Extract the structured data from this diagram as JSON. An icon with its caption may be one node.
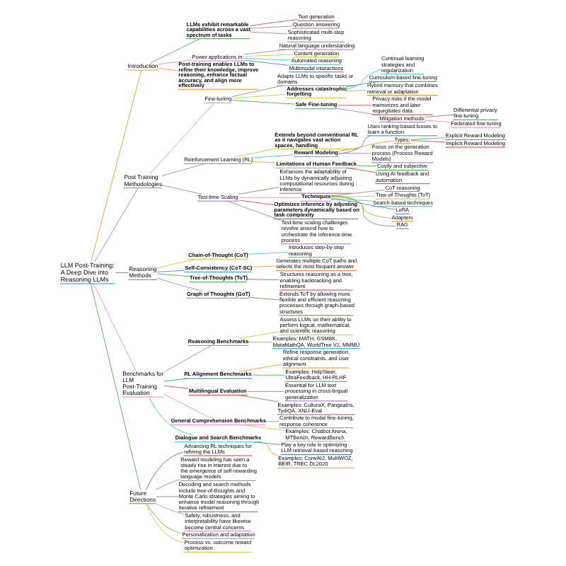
{
  "diagram": {
    "nodes": [
      {
        "text": [
          "LLM Post-Training: A Deep Dive into Reasoning LLMs"
        ]
      },
      {
        "text": [
          "Introduction"
        ]
      },
      {
        "text": [
          "LLMs exhibit remarkable capabilities across a vast spectrum of tasks"
        ]
      },
      {
        "text": [
          "Text generation"
        ]
      },
      {
        "text": [
          "Question answering"
        ]
      },
      {
        "text": [
          "Sophisticated multi-step reasoning"
        ]
      },
      {
        "text": [
          "Power applications in:"
        ]
      },
      {
        "text": [
          "Natural language understanding"
        ]
      },
      {
        "text": [
          "Content generation"
        ]
      },
      {
        "text": [
          "Automated reasoning"
        ]
      },
      {
        "text": [
          "Multimodal interactions"
        ]
      },
      {
        "text": [
          "Post-training enables LLMs to refine their knowledge, improve reasoning, enhance factual accuracy, and align more effectively"
        ]
      },
      {
        "text": [
          "Post Training Methodologies"
        ]
      },
      {
        "text": [
          "Fine-tuning"
        ]
      },
      {
        "text": [
          "Adapts LLMs to specific tasks or domains"
        ]
      },
      {
        "text": [
          "Addresses catastrophic forgetting"
        ]
      },
      {
        "text": [
          "Continual learning strategies and regularization"
        ]
      },
      {
        "text": [
          "Curriculum-based fine-tuning"
        ]
      },
      {
        "text": [
          "Hybrid memory that combines retrieval or adaptation"
        ]
      },
      {
        "text": [
          "Safe Fine-tuning"
        ]
      },
      {
        "text": [
          "Privacy risks if the model memorizes and later regurgitates data"
        ]
      },
      {
        "text": [
          "Mitigation methods:"
        ]
      },
      {
        "text": [
          "Differential privacy fine-tuning"
        ]
      },
      {
        "text": [
          "Federated fine-tuning"
        ]
      },
      {
        "text": [
          "Reinforcement Learning (RL)"
        ]
      },
      {
        "text": [
          "Extends beyond conventional RL as it navigates vast action spaces, handling"
        ]
      },
      {
        "text": [
          "Reward Modeling"
        ]
      },
      {
        "text": [
          "Uses ranking-based losses to learn a function"
        ]
      },
      {
        "text": [
          "Types:"
        ]
      },
      {
        "text": [
          "Explicit Reward Modeling"
        ]
      },
      {
        "text": [
          "Implicit Reward Modeling"
        ]
      },
      {
        "text": [
          "Focus on the generation process (Process Reward Models)"
        ]
      },
      {
        "text": [
          "Limitations of Human Feedback"
        ]
      },
      {
        "text": [
          "Costly and subjective"
        ]
      },
      {
        "text": [
          "Using AI feedback and automation"
        ]
      },
      {
        "text": [
          "Test-time Scaling"
        ]
      },
      {
        "text": [
          "Enhances the adaptability of LLMs by dynamically adjusting computational resources during inference"
        ]
      },
      {
        "text": [
          "Techniques"
        ]
      },
      {
        "text": [
          "CoT reasoning"
        ]
      },
      {
        "text": [
          "Tree-of-Thoughts (ToT)"
        ]
      },
      {
        "text": [
          "Search-based techniques"
        ]
      },
      {
        "text": [
          "LoRA"
        ]
      },
      {
        "text": [
          "Adapters"
        ]
      },
      {
        "text": [
          "RAG"
        ]
      },
      {
        "text": [
          "Optimizes inference by adjusting parameters dynamically based on task complexity"
        ]
      },
      {
        "text": [
          "Test-time scaling challenges revolve around how to orchestrate the inference-time process"
        ]
      },
      {
        "text": [
          "Reasoning Methods"
        ]
      },
      {
        "text": [
          "Chain-of-Thought (CoT)"
        ]
      },
      {
        "text": [
          "Introduces step-by-step reasoning"
        ]
      },
      {
        "text": [
          "Self-Consistency (CoT-SC)"
        ]
      },
      {
        "text": [
          "Generates multiple CoT paths and selects the most frequent answer"
        ]
      },
      {
        "text": [
          "Tree-of-Thoughts (ToT)"
        ]
      },
      {
        "text": [
          "Structures reasoning as a tree, enabling backtracking and refinement"
        ]
      },
      {
        "text": [
          "Graph of Thoughts (GoT)"
        ]
      },
      {
        "text": [
          "Extends ToT by allowing more flexible and efficient reasoning processes through graph-based structures"
        ]
      },
      {
        "text": [
          "Benchmarks for LLM Post-Training Evaluation"
        ]
      },
      {
        "text": [
          "Reasoning Benchmarks"
        ]
      },
      {
        "text": [
          "Assess LLMs on their ability to perform logical, mathematical, and scientific reasoning"
        ]
      },
      {
        "text": [
          "Examples: MATH, GSM8K, MetaMathQA, WorldTree V2, MMMU"
        ]
      },
      {
        "text": [
          "RL Alignment Benchmarks"
        ]
      },
      {
        "text": [
          "Refine response generation, ethical constraints, and user alignment"
        ]
      },
      {
        "text": [
          "Examples: HelpSteer, UltraFeedback, HH-RLHF"
        ]
      },
      {
        "text": [
          "Multilingual Evaluation"
        ]
      },
      {
        "text": [
          "Essential for LLM text processing in cross-lingual generalization"
        ]
      },
      {
        "text": [
          "Examples: CulturaX, PangeaIns, TydiQA, XNLI-Eval"
        ]
      },
      {
        "text": [
          "General Comprehension Benchmarks"
        ]
      },
      {
        "text": [
          "Contribute to model fine-tuning, response coherence"
        ]
      },
      {
        "text": [
          "Examples: Chatbot Arena, MTBench, RewardBench"
        ]
      },
      {
        "text": [
          "Dialogue and Search Benchmarks"
        ]
      },
      {
        "text": [
          "Play a key role in optimizing LLM retrieval-based reasoning"
        ]
      },
      {
        "text": [
          "Examples: ConvAI2, MultiWOZ, BEIR, TREC DL2020"
        ]
      },
      {
        "text": [
          "Future Directions"
        ]
      },
      {
        "text": [
          "Advancing RL techniques for refining the LLMs"
        ]
      },
      {
        "text": [
          "Reward modeling has seen a steady rise in interest due to the emergence of self-rewarding language models"
        ]
      },
      {
        "text": [
          "Decoding and search methods include tree-of-thoughts and Monte Carlo strategies aiming to enhance model reasoning through iterative refinement"
        ]
      },
      {
        "text": [
          "Safety, robustness, and interpretability have likewise become central concerns"
        ]
      },
      {
        "text": [
          "Personalization and adaptation"
        ]
      },
      {
        "text": [
          "Process vs. outcome reward optimization"
        ]
      }
    ],
    "edges": [
      {
        "from": 0,
        "to": 1,
        "arrow": "none",
        "color": "#ff7f0e"
      },
      {
        "from": 1,
        "to": 2,
        "arrow": "none",
        "color": "#2ca02c"
      },
      {
        "from": 2,
        "to": 3,
        "arrow": "none",
        "color": "#d62728"
      },
      {
        "from": 2,
        "to": 4,
        "arrow": "none",
        "color": "#9467bd"
      },
      {
        "from": 2,
        "to": 5,
        "arrow": "none",
        "color": "#7f7f7f"
      },
      {
        "from": 1,
        "to": 6,
        "arrow": "none",
        "color": "#e377c2"
      },
      {
        "from": 6,
        "to": 7,
        "arrow": "none",
        "color": "#9467bd"
      },
      {
        "from": 6,
        "to": 8,
        "arrow": "none",
        "color": "#bcbd22"
      },
      {
        "from": 6,
        "to": 9,
        "arrow": "none",
        "color": "#17becf"
      },
      {
        "from": 6,
        "to": 10,
        "arrow": "none",
        "color": "#1f77b4"
      },
      {
        "from": 1,
        "to": 11,
        "arrow": "none",
        "color": "#ff7f0e"
      },
      {
        "from": 0,
        "to": 12,
        "arrow": "none",
        "color": "#9467bd"
      },
      {
        "from": 12,
        "to": 13,
        "arrow": "none",
        "color": "#e377c2"
      },
      {
        "from": 13,
        "to": 14,
        "arrow": "none",
        "color": "#7f7f7f"
      },
      {
        "from": 13,
        "to": 15,
        "arrow": "none",
        "color": "#bcbd22"
      },
      {
        "from": 15,
        "to": 16,
        "arrow": "none",
        "color": "#17becf"
      },
      {
        "from": 15,
        "to": 17,
        "arrow": "none",
        "color": "#1f77b4"
      },
      {
        "from": 15,
        "to": 18,
        "arrow": "none",
        "color": "#ff7f0e"
      },
      {
        "from": 13,
        "to": 19,
        "arrow": "none",
        "color": "#2ca02c"
      },
      {
        "from": 19,
        "to": 20,
        "arrow": "none",
        "color": "#d62728"
      },
      {
        "from": 19,
        "to": 21,
        "arrow": "none",
        "color": "#9467bd"
      },
      {
        "from": 21,
        "to": 22,
        "arrow": "none",
        "color": "#8c564b"
      },
      {
        "from": 21,
        "to": 23,
        "arrow": "none",
        "color": "#e377c2"
      },
      {
        "from": 12,
        "to": 24,
        "arrow": "none",
        "color": "#7f7f7f"
      },
      {
        "from": 24,
        "to": 25,
        "arrow": "none",
        "color": "#bcbd22"
      },
      {
        "from": 24,
        "to": 26,
        "arrow": "none",
        "color": "#17becf"
      },
      {
        "from": 26,
        "to": 27,
        "arrow": "none",
        "color": "#1f77b4"
      },
      {
        "from": 26,
        "to": 28,
        "arrow": "none",
        "color": "#ff7f0e"
      },
      {
        "from": 28,
        "to": 29,
        "arrow": "none",
        "color": "#2ca02c"
      },
      {
        "from": 28,
        "to": 30,
        "arrow": "none",
        "color": "#d62728"
      },
      {
        "from": 26,
        "to": 31,
        "arrow": "none",
        "color": "#9467bd"
      },
      {
        "from": 24,
        "to": 32,
        "arrow": "none",
        "color": "#ff7f0e"
      },
      {
        "from": 32,
        "to": 33,
        "arrow": "none",
        "color": "#2ca02c"
      },
      {
        "from": 32,
        "to": 34,
        "arrow": "none",
        "color": "#d62728"
      },
      {
        "from": 12,
        "to": 35,
        "arrow": "none",
        "color": "#9467bd"
      },
      {
        "from": 35,
        "to": 36,
        "arrow": "none",
        "color": "#8c564b"
      },
      {
        "from": 35,
        "to": 37,
        "arrow": "none",
        "color": "#e377c2"
      },
      {
        "from": 37,
        "to": 38,
        "arrow": "none",
        "color": "#7f7f7f"
      },
      {
        "from": 37,
        "to": 39,
        "arrow": "none",
        "color": "#bcbd22"
      },
      {
        "from": 37,
        "to": 40,
        "arrow": "none",
        "color": "#17becf"
      },
      {
        "from": 37,
        "to": 41,
        "arrow": "none",
        "color": "#1f77b4"
      },
      {
        "from": 37,
        "to": 42,
        "arrow": "none",
        "color": "#ff7f0e"
      },
      {
        "from": 37,
        "to": 43,
        "arrow": "none",
        "color": "#2ca02c"
      },
      {
        "from": 35,
        "to": 44,
        "arrow": "none",
        "color": "#d62728"
      },
      {
        "from": 35,
        "to": 45,
        "arrow": "none",
        "color": "#9467bd"
      },
      {
        "from": 0,
        "to": 46,
        "arrow": "none",
        "color": "#8c564b"
      },
      {
        "from": 46,
        "to": 47,
        "arrow": "none",
        "color": "#bcbd22"
      },
      {
        "from": 47,
        "to": 48,
        "arrow": "none",
        "color": "#17becf"
      },
      {
        "from": 46,
        "to": 49,
        "arrow": "none",
        "color": "#1f77b4"
      },
      {
        "from": 49,
        "to": 50,
        "arrow": "none",
        "color": "#ff7f0e"
      },
      {
        "from": 46,
        "to": 51,
        "arrow": "none",
        "color": "#2ca02c"
      },
      {
        "from": 51,
        "to": 52,
        "arrow": "none",
        "color": "#d62728"
      },
      {
        "from": 46,
        "to": 53,
        "arrow": "none",
        "color": "#9467bd"
      },
      {
        "from": 53,
        "to": 54,
        "arrow": "none",
        "color": "#8c564b"
      },
      {
        "from": 0,
        "to": 55,
        "arrow": "none",
        "color": "#e377c2"
      },
      {
        "from": 55,
        "to": 56,
        "arrow": "none",
        "color": "#7f7f7f"
      },
      {
        "from": 56,
        "to": 57,
        "arrow": "none",
        "color": "#bcbd22"
      },
      {
        "from": 56,
        "to": 58,
        "arrow": "none",
        "color": "#17becf"
      },
      {
        "from": 55,
        "to": 59,
        "arrow": "none",
        "color": "#1f77b4"
      },
      {
        "from": 59,
        "to": 60,
        "arrow": "none",
        "color": "#ff7f0e"
      },
      {
        "from": 59,
        "to": 61,
        "arrow": "none",
        "color": "#2ca02c"
      },
      {
        "from": 55,
        "to": 62,
        "arrow": "none",
        "color": "#d62728"
      },
      {
        "from": 62,
        "to": 63,
        "arrow": "none",
        "color": "#9467bd"
      },
      {
        "from": 62,
        "to": 64,
        "arrow": "none",
        "color": "#8c564b"
      },
      {
        "from": 55,
        "to": 65,
        "arrow": "none",
        "color": "#e377c2"
      },
      {
        "from": 65,
        "to": 66,
        "arrow": "none",
        "color": "#7f7f7f"
      },
      {
        "from": 65,
        "to": 67,
        "arrow": "none",
        "color": "#bcbd22"
      },
      {
        "from": 55,
        "to": 68,
        "arrow": "none",
        "color": "#17becf"
      },
      {
        "from": 68,
        "to": 69,
        "arrow": "none",
        "color": "#1f77b4"
      },
      {
        "from": 68,
        "to": 70,
        "arrow": "none",
        "color": "#ff7f0e"
      },
      {
        "from": 0,
        "to": 71,
        "arrow": "none",
        "color": "#2ca02c"
      },
      {
        "from": 71,
        "to": 72,
        "arrow": "none",
        "color": "#d62728"
      },
      {
        "from": 71,
        "to": 73,
        "arrow": "none",
        "color": "#9467bd"
      },
      {
        "from": 71,
        "to": 74,
        "arrow": "none",
        "color": "#8c564b"
      },
      {
        "from": 71,
        "to": 75,
        "arrow": "none",
        "color": "#e377c2"
      },
      {
        "from": 71,
        "to": 76,
        "arrow": "none",
        "color": "#7f7f7f"
      },
      {
        "from": 71,
        "to": 77,
        "arrow": "none",
        "color": "#bcbd22"
      }
    ]
  }
}
